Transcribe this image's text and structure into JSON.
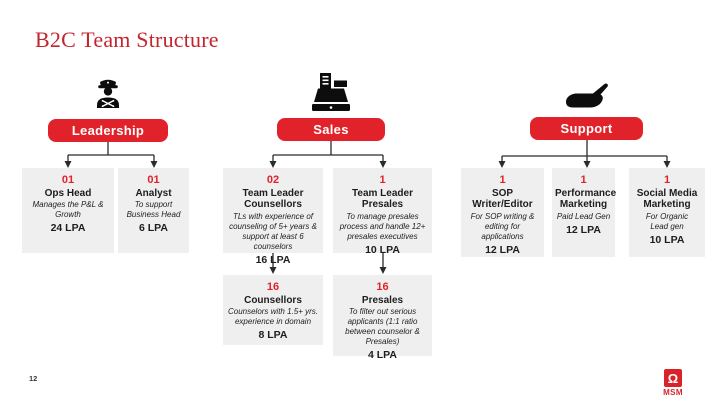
{
  "page": {
    "title": "B2C Team Structure",
    "page_number": "12",
    "logo": {
      "symbol": "Ω",
      "text": "MSM"
    }
  },
  "colors": {
    "accent_red": "#e2222b",
    "title_red": "#c2252e",
    "card_bg": "#f0efef",
    "line": "#2b2b2b",
    "logo_red": "#d8232a"
  },
  "sections": [
    {
      "label": "Leadership",
      "icon": "police-officer-icon",
      "cards": [
        {
          "count": "01",
          "title": "Ops Head",
          "desc": "Manages the P&L & Growth",
          "salary": "24 LPA"
        },
        {
          "count": "01",
          "title": "Analyst",
          "desc": "To support Business Head",
          "salary": "6 LPA"
        }
      ]
    },
    {
      "label": "Sales",
      "icon": "cash-register-icon",
      "cards": [
        {
          "count": "02",
          "title": "Team Leader Counsellors",
          "desc": "TLs with experience of counseling of 5+ years & support at least 6 counselors",
          "salary": "16 LPA"
        },
        {
          "count": "1",
          "title": "Team Leader Presales",
          "desc": "To manage presales process and handle 12+ presales executives",
          "salary": "10 LPA"
        },
        {
          "count": "16",
          "title": "Counsellors",
          "desc": "Counselors with 1.5+ yrs. experience in domain",
          "salary": "8 LPA"
        },
        {
          "count": "16",
          "title": "Presales",
          "desc": "To filter out serious applicants (1:1 ratio between counselor & Presales)",
          "salary": "4 LPA"
        }
      ]
    },
    {
      "label": "Support",
      "icon": "giving-hand-icon",
      "cards": [
        {
          "count": "1",
          "title": "SOP Writer/Editor",
          "desc": "For SOP writing & editing for applications",
          "salary": "12 LPA"
        },
        {
          "count": "1",
          "title": "Performance Marketing",
          "desc": "Paid Lead Gen",
          "salary": "12 LPA"
        },
        {
          "count": "1",
          "title": "Social Media Marketing",
          "desc": "For Organic Lead gen",
          "salary": "10 LPA"
        }
      ]
    }
  ]
}
